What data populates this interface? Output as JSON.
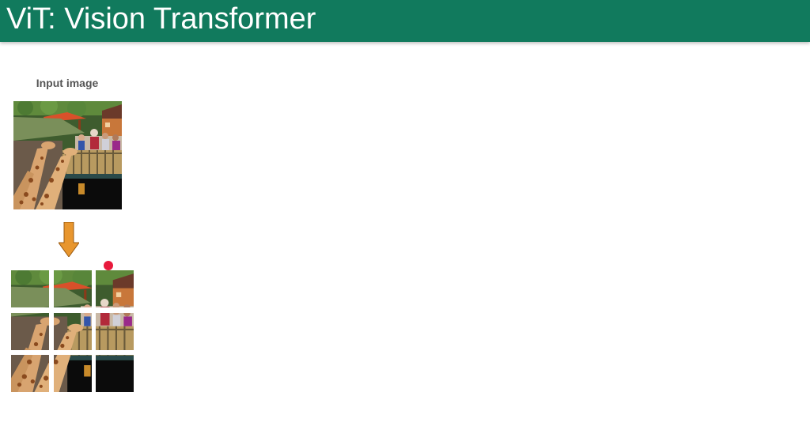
{
  "header": {
    "title": "ViT: Vision Transformer",
    "background_color": "#117a5d"
  },
  "diagram": {
    "input_label": "Input image",
    "arrow_color": "#e8962e",
    "marker_color": "#e8193c",
    "patch_grid": {
      "rows": 3,
      "cols": 3
    }
  }
}
